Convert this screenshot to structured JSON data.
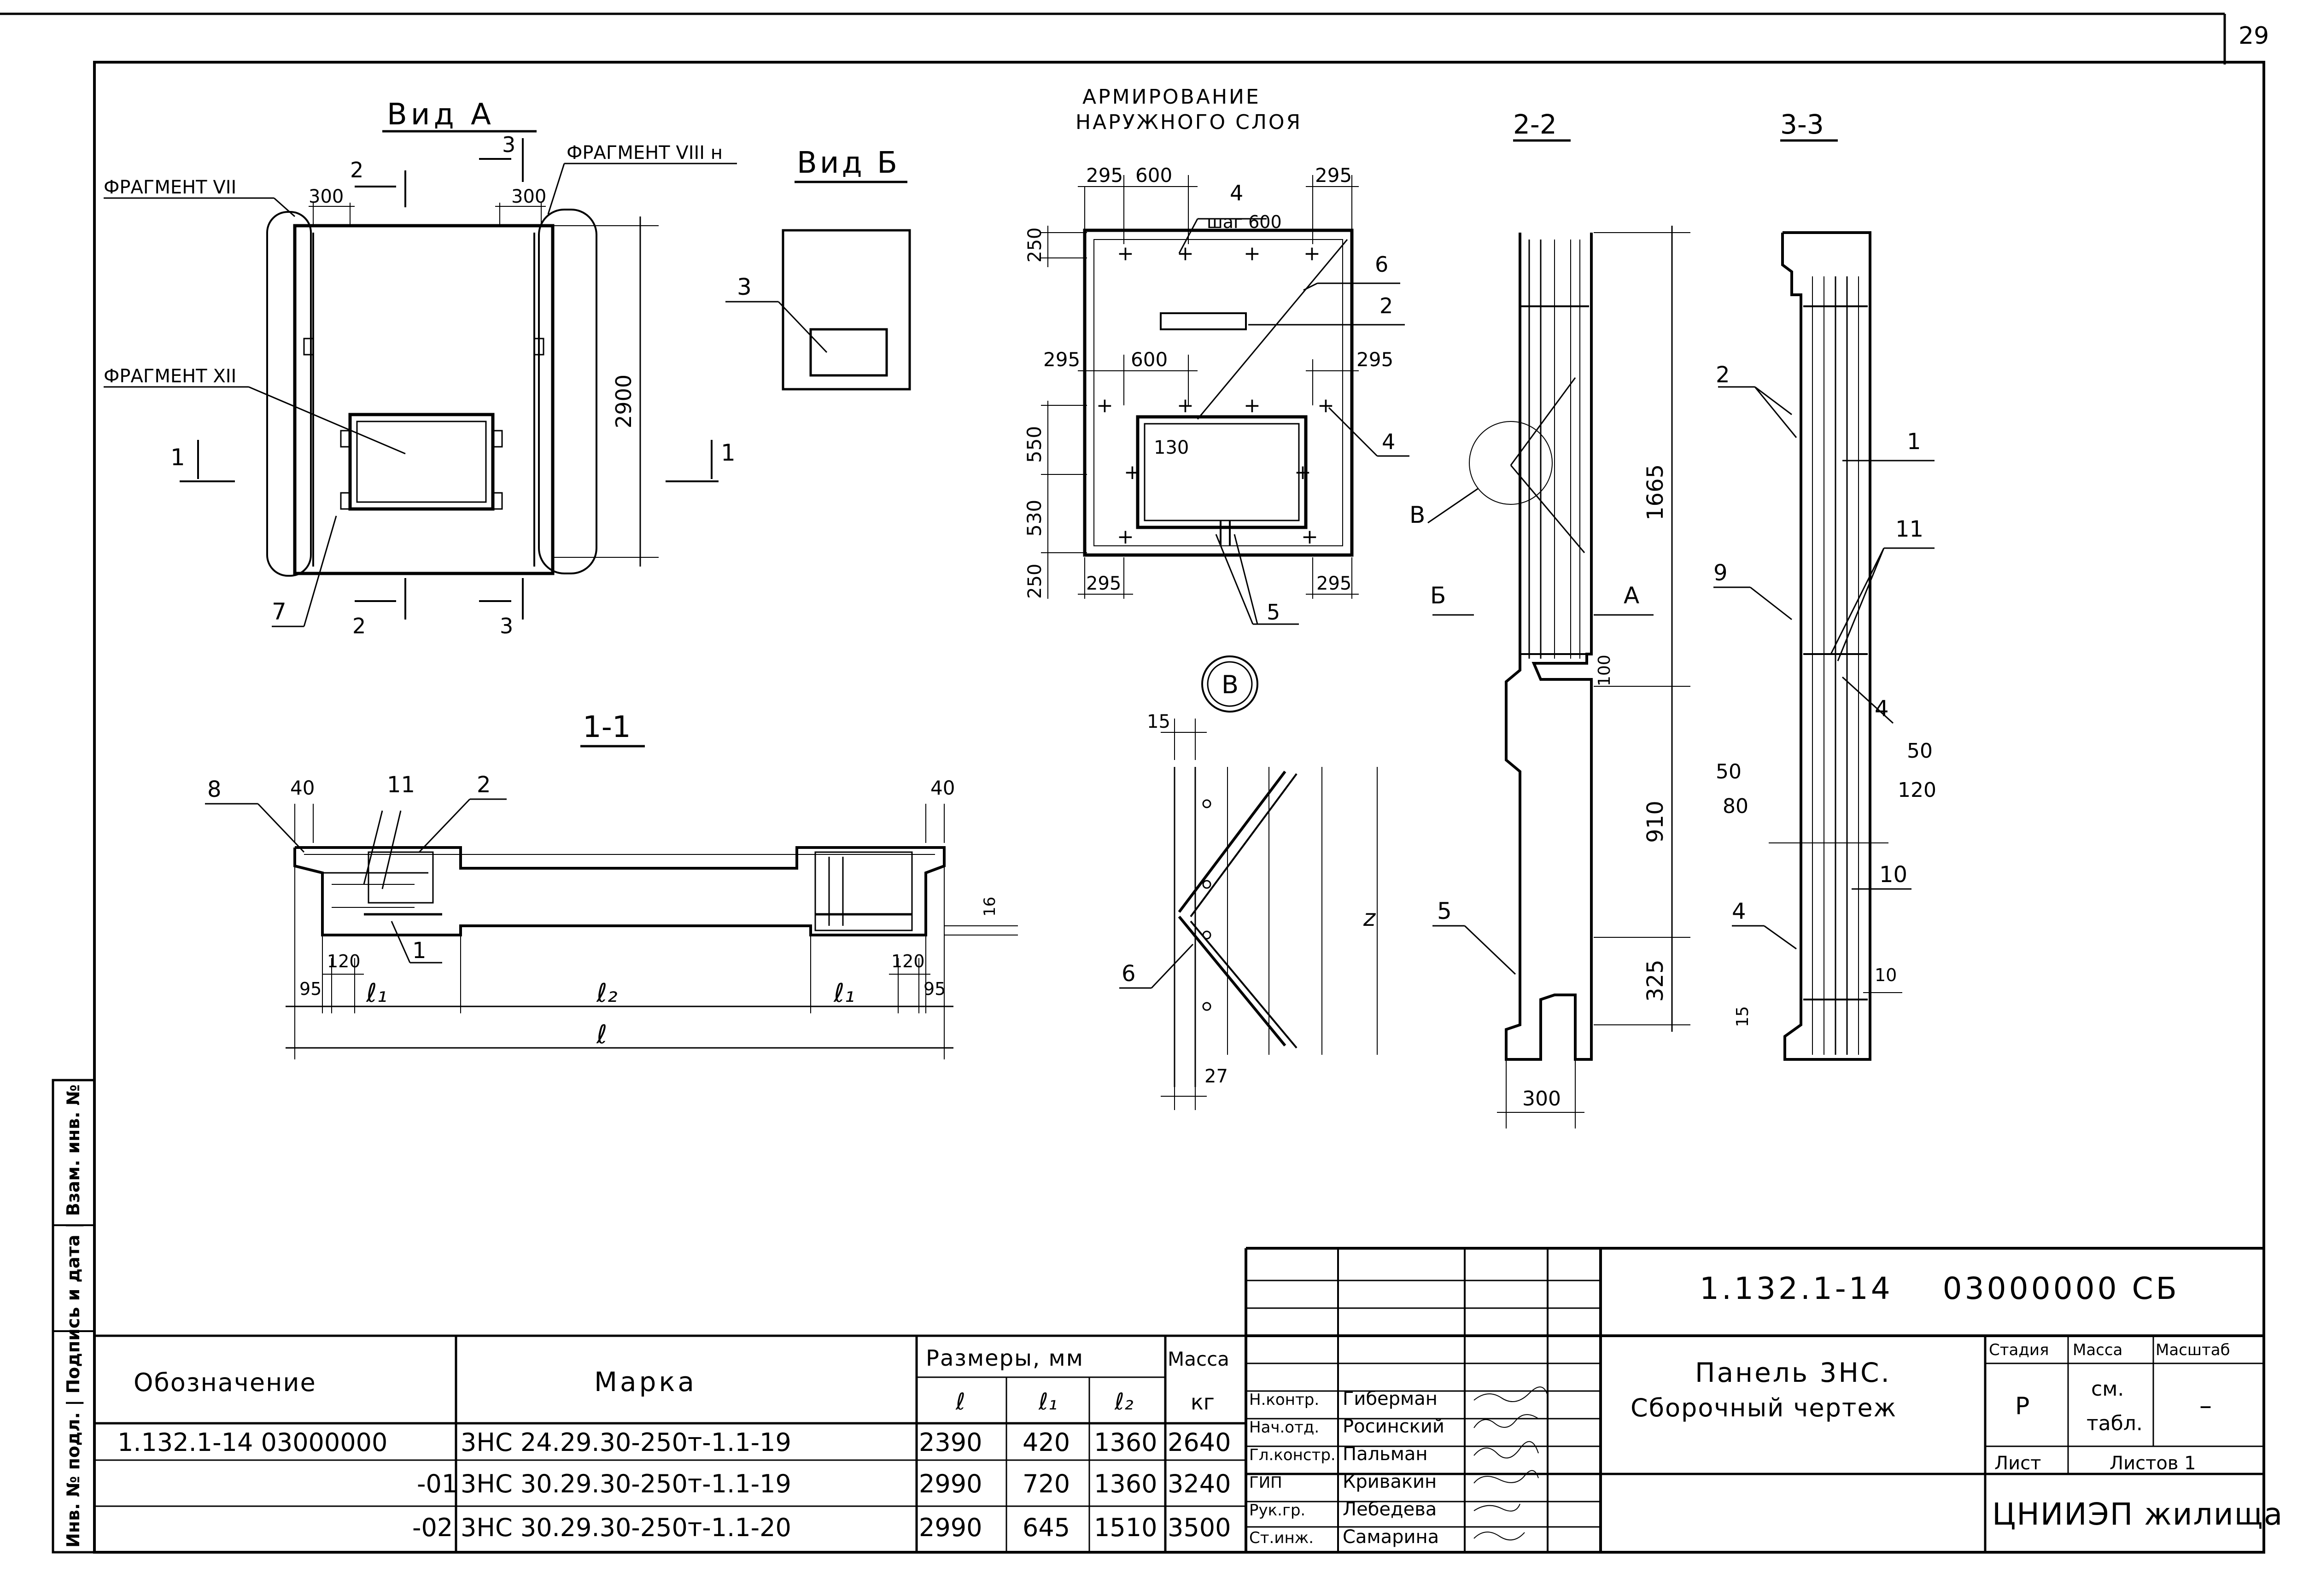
{
  "page_number": "29",
  "views": {
    "view_a": {
      "title": "Вид А",
      "fragment_left": "ФРАГМЕНТ VII",
      "fragment_right": "ФРАГМЕНТ VIII н",
      "fragment_window": "ФРАГМЕНТ XII"
    },
    "view_b": {
      "title": "Вид Б"
    },
    "reinforcement": {
      "title_line1": "АРМИРОВАНИЕ",
      "title_line2": "НАРУЖНОГО СЛОЯ",
      "step": "шаг 600"
    },
    "section_1_1": {
      "title": "1-1"
    },
    "section_2_2": {
      "title": "2-2"
    },
    "section_3_3": {
      "title": "3-3"
    },
    "node_b": {
      "title": "В"
    }
  },
  "dimensions": {
    "d295": "295",
    "d600": "600",
    "d300": "300",
    "d2900": "2900",
    "d250": "250",
    "d550": "550",
    "d530": "530",
    "d130": "130",
    "d1665": "1665",
    "d910": "910",
    "d325": "325",
    "d100": "100",
    "d40": "40",
    "d120": "120",
    "d95": "95",
    "d16": "16",
    "d15": "15",
    "d27": "27",
    "d50": "50",
    "d80": "80",
    "d10": "10",
    "l": "ℓ",
    "l1": "ℓ₁",
    "l2": "ℓ₂"
  },
  "labels": {
    "p1": "1",
    "p2": "2",
    "p3": "3",
    "p4": "4",
    "p5": "5",
    "p6": "6",
    "p7": "7",
    "p8": "8",
    "p9": "9",
    "p10": "10",
    "p11": "11",
    "cut_a": "А",
    "cut_b": "Б",
    "node": "В"
  },
  "stamp": {
    "inv_column": "Инв. № подл. | Подпись и дата | Взам. инв. №",
    "code": "1.132.1-14    03000000 СБ",
    "title_line1": "Панель 3НС.",
    "title_line2": "Сборочный чертеж",
    "stage_label": "Стадия",
    "mass_label": "Масса",
    "scale_label": "Масштаб",
    "stage": "Р",
    "mass_line1": "см.",
    "mass_line2": "табл.",
    "scale": "–",
    "sheet_label": "Лист",
    "sheets_label": "Листов 1",
    "org": "ЦНИИЭП жилища",
    "people": [
      {
        "role": "Н.контр.",
        "name": "Гиберман"
      },
      {
        "role": "Нач.отд.",
        "name": "Росинский"
      },
      {
        "role": "Гл.констр.",
        "name": "Пальман"
      },
      {
        "role": "ГИП",
        "name": "Кривакин"
      },
      {
        "role": "Рук.гр.",
        "name": "Лебедева"
      },
      {
        "role": "Ст.инж.",
        "name": "Самарина"
      }
    ]
  },
  "spec": {
    "col_designation": "Обозначение",
    "col_mark": "Марка",
    "col_sizes": "Размеры, мм",
    "col_mass": "Масса",
    "col_l": "ℓ",
    "col_l1": "ℓ₁",
    "col_l2": "ℓ₂",
    "col_kg": "кг",
    "rows": [
      {
        "designation": "1.132.1-14 03000000",
        "mark": "3НС 24.29.30-250т-1.1-19",
        "l": "2390",
        "l1": "420",
        "l2": "1360",
        "mass": "2640"
      },
      {
        "designation": "-01",
        "mark": "3НС 30.29.30-250т-1.1-19",
        "l": "2990",
        "l1": "720",
        "l2": "1360",
        "mass": "3240"
      },
      {
        "designation": "-02",
        "mark": "3НС 30.29.30-250т-1.1-20",
        "l": "2990",
        "l1": "645",
        "l2": "1510",
        "mass": "3500"
      }
    ]
  }
}
